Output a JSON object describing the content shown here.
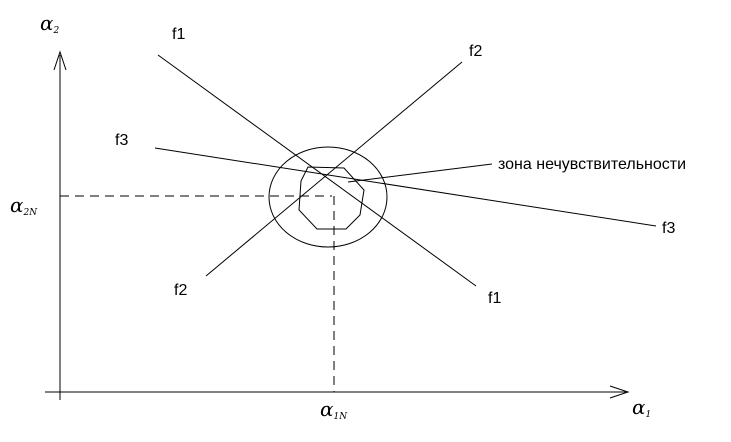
{
  "diagram": {
    "axes": {
      "x_label": "α",
      "x_sub": "1",
      "y_label": "α",
      "y_sub": "2",
      "x_nominal_label": "α",
      "x_nominal_sub": "1N",
      "y_nominal_label": "α",
      "y_nominal_sub": "2N"
    },
    "lines": {
      "f1_top": "f1",
      "f1_bottom": "f1",
      "f2_top": "f2",
      "f2_bottom": "f2",
      "f3_left": "f3",
      "f3_right": "f3"
    },
    "zone_label": "зона нечувствительности",
    "colors": {
      "ink": "#000000",
      "background": "#ffffff"
    }
  }
}
